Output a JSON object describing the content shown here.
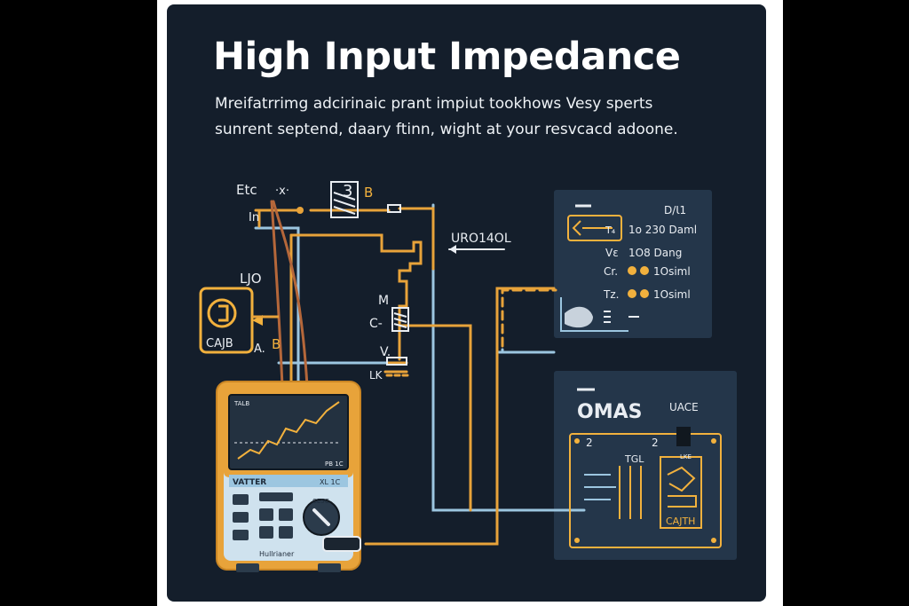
{
  "header": {
    "title": "High Input Impedance",
    "subtitle_line1": "Mreifatrrimg adcirinaic prant  impiut tookhows Vesy sperts",
    "subtitle_line2": "sunrent septend, daary ftinn, wight at your resvcacd adoone."
  },
  "labels": {
    "etc": "Etc",
    "x": "·x·",
    "in": "In",
    "b_top": "B",
    "num3": "3",
    "ljo": "LJO",
    "cajb": "CAJB",
    "a": "A.",
    "b_mid": "B",
    "m": "M",
    "c": "C-",
    "v": "V.",
    "lk": "LK",
    "uro": "URO14OL"
  },
  "panel_top": {
    "corner": "D/Ɩ1",
    "rows": [
      {
        "prefix": "T₄",
        "value": "1o 230 Daml"
      },
      {
        "prefix": "Vε",
        "value": "1O8 Dang"
      },
      {
        "prefix": "Cr.",
        "value": "1Osiml"
      },
      {
        "prefix": "Tz.",
        "value": "1Osiml"
      }
    ]
  },
  "panel_bottom": {
    "title": "OMAS",
    "tag": "UACE",
    "pin_left": "2",
    "pin_right": "2",
    "tgl": "TGL",
    "small": "LKE",
    "chip": "CAJTH"
  },
  "meter": {
    "screen_top": "TALB",
    "screen_bottom": "PB 1C",
    "brand": "VATTER",
    "brand_right": "XL 1C",
    "dial": "CE5C",
    "bottom": "Hullrianer"
  },
  "colors": {
    "background": "#141e2b",
    "wire_orange": "#e8a33a",
    "wire_blue": "#9cc6e0",
    "wire_brown": "#b5673a",
    "panel": "#24364a"
  }
}
